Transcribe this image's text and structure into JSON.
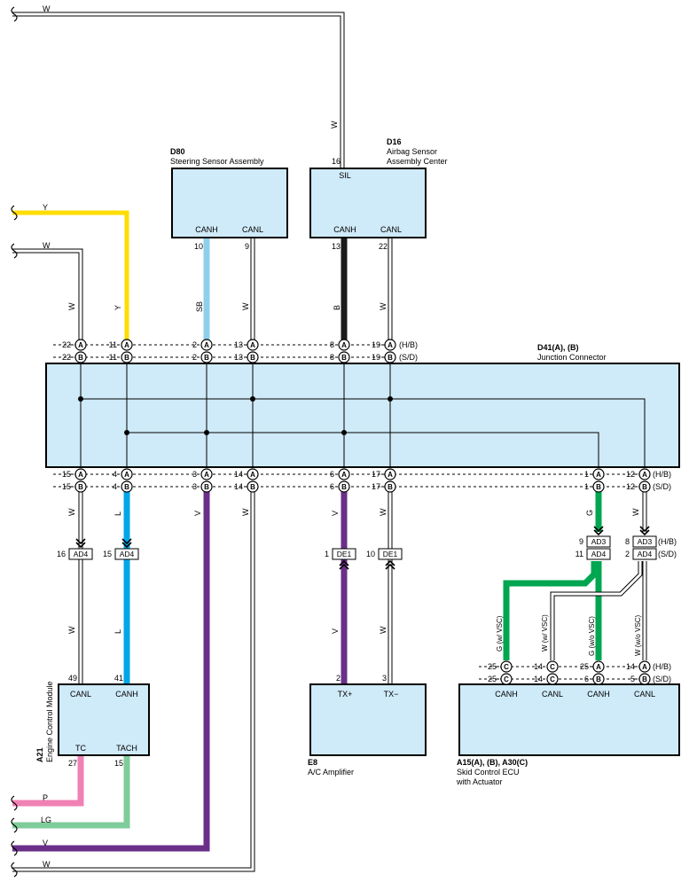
{
  "components": {
    "d80": {
      "id": "D80",
      "name": "Steering Sensor Assembly",
      "pin_canh": "CANH",
      "pin_canl": "CANL",
      "pin_canh_no": "10",
      "pin_canl_no": "9"
    },
    "d16": {
      "id": "D16",
      "name1": "Airbag Sensor",
      "name2": "Assembly Center",
      "pin_sil": "SIL",
      "pin_sil_no": "16",
      "pin_canh": "CANH",
      "pin_canl": "CANL",
      "pin_canh_no": "13",
      "pin_canl_no": "22"
    },
    "d41": {
      "id": "D41(A), (B)",
      "name": "Junction Connector"
    },
    "a21": {
      "id": "A21",
      "name": "Engine Control Module",
      "pin_canl": "CANL",
      "pin_canh": "CANH",
      "pin_tc": "TC",
      "pin_tach": "TACH",
      "pin_canl_no": "49",
      "pin_canh_no": "41",
      "pin_tc_no": "27",
      "pin_tach_no": "15"
    },
    "e8": {
      "id": "E8",
      "name": "A/C Amplifier",
      "pin_txp": "TX+",
      "pin_txm": "TX−",
      "pin_txp_no": "2",
      "pin_txm_no": "3"
    },
    "a15": {
      "id": "A15(A), (B), A30(C)",
      "name1": "Skid Control ECU",
      "name2": "with Actuator",
      "pins": [
        "CANH",
        "CANL",
        "CANH",
        "CANL"
      ]
    }
  },
  "wires": {
    "w": "W",
    "y": "Y",
    "sb": "SB",
    "b": "B",
    "l": "L",
    "v": "V",
    "g": "G",
    "p": "P",
    "lg": "LG",
    "g_vsc": "G (w/ VSC)",
    "w_vsc": "W (w/ VSC)",
    "g_novsc": "G (w/o VSC)",
    "w_novsc": "W (w/o VSC)"
  },
  "colors": {
    "yellow": "#ffdd00",
    "sky_blue": "#8ecfee",
    "black": "#1a1a1a",
    "blue": "#00a6e8",
    "violet": "#6b2f8a",
    "green": "#00a650",
    "pink": "#f081b5",
    "light_green": "#7fcc9b",
    "box_fill": "#cfeaf8",
    "outline": "#000000"
  },
  "connectors": {
    "hb": "(H/B)",
    "sd": "(S/D)",
    "ad4": "AD4",
    "ad3": "AD3",
    "de1": "DE1",
    "letter_a": "A",
    "letter_b": "B",
    "letter_c": "C",
    "top_a_pins": [
      "22",
      "11",
      "2",
      "13",
      "8",
      "19"
    ],
    "top_b_pins": [
      "22",
      "11",
      "2",
      "13",
      "8",
      "19"
    ],
    "bot_a_pins": [
      "15",
      "4",
      "3",
      "14",
      "6",
      "17",
      "1",
      "12"
    ],
    "bot_b_pins": [
      "15",
      "4",
      "3",
      "14",
      "6",
      "17",
      "1",
      "12"
    ],
    "ad4_pins": [
      "16",
      "15"
    ],
    "de1_pins": [
      "1",
      "10"
    ],
    "ad3_left": "9",
    "ad3_right": "8",
    "ad4_left": "11",
    "ad4_right": "2",
    "skid_hb": [
      "25",
      "14",
      "25",
      "14"
    ],
    "skid_sd": [
      "25",
      "14",
      "6",
      "5"
    ]
  }
}
